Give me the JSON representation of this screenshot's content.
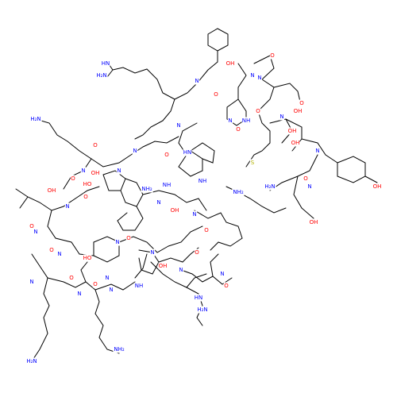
{
  "colors": {
    "bond": "#000000",
    "C": "#000000",
    "N": "#0000ff",
    "O": "#ff0000",
    "S": "#b2b200",
    "background": "#ffffff"
  },
  "atom_labels": {
    "NH2": "NH₂",
    "NH": "NH",
    "H2N": "H₂N",
    "HN": "HN",
    "OH": "OH",
    "HO": "HO",
    "N": "N",
    "O": "O",
    "S": "S",
    "HN_S": "HN",
    "NH_idx": "NH"
  }
}
